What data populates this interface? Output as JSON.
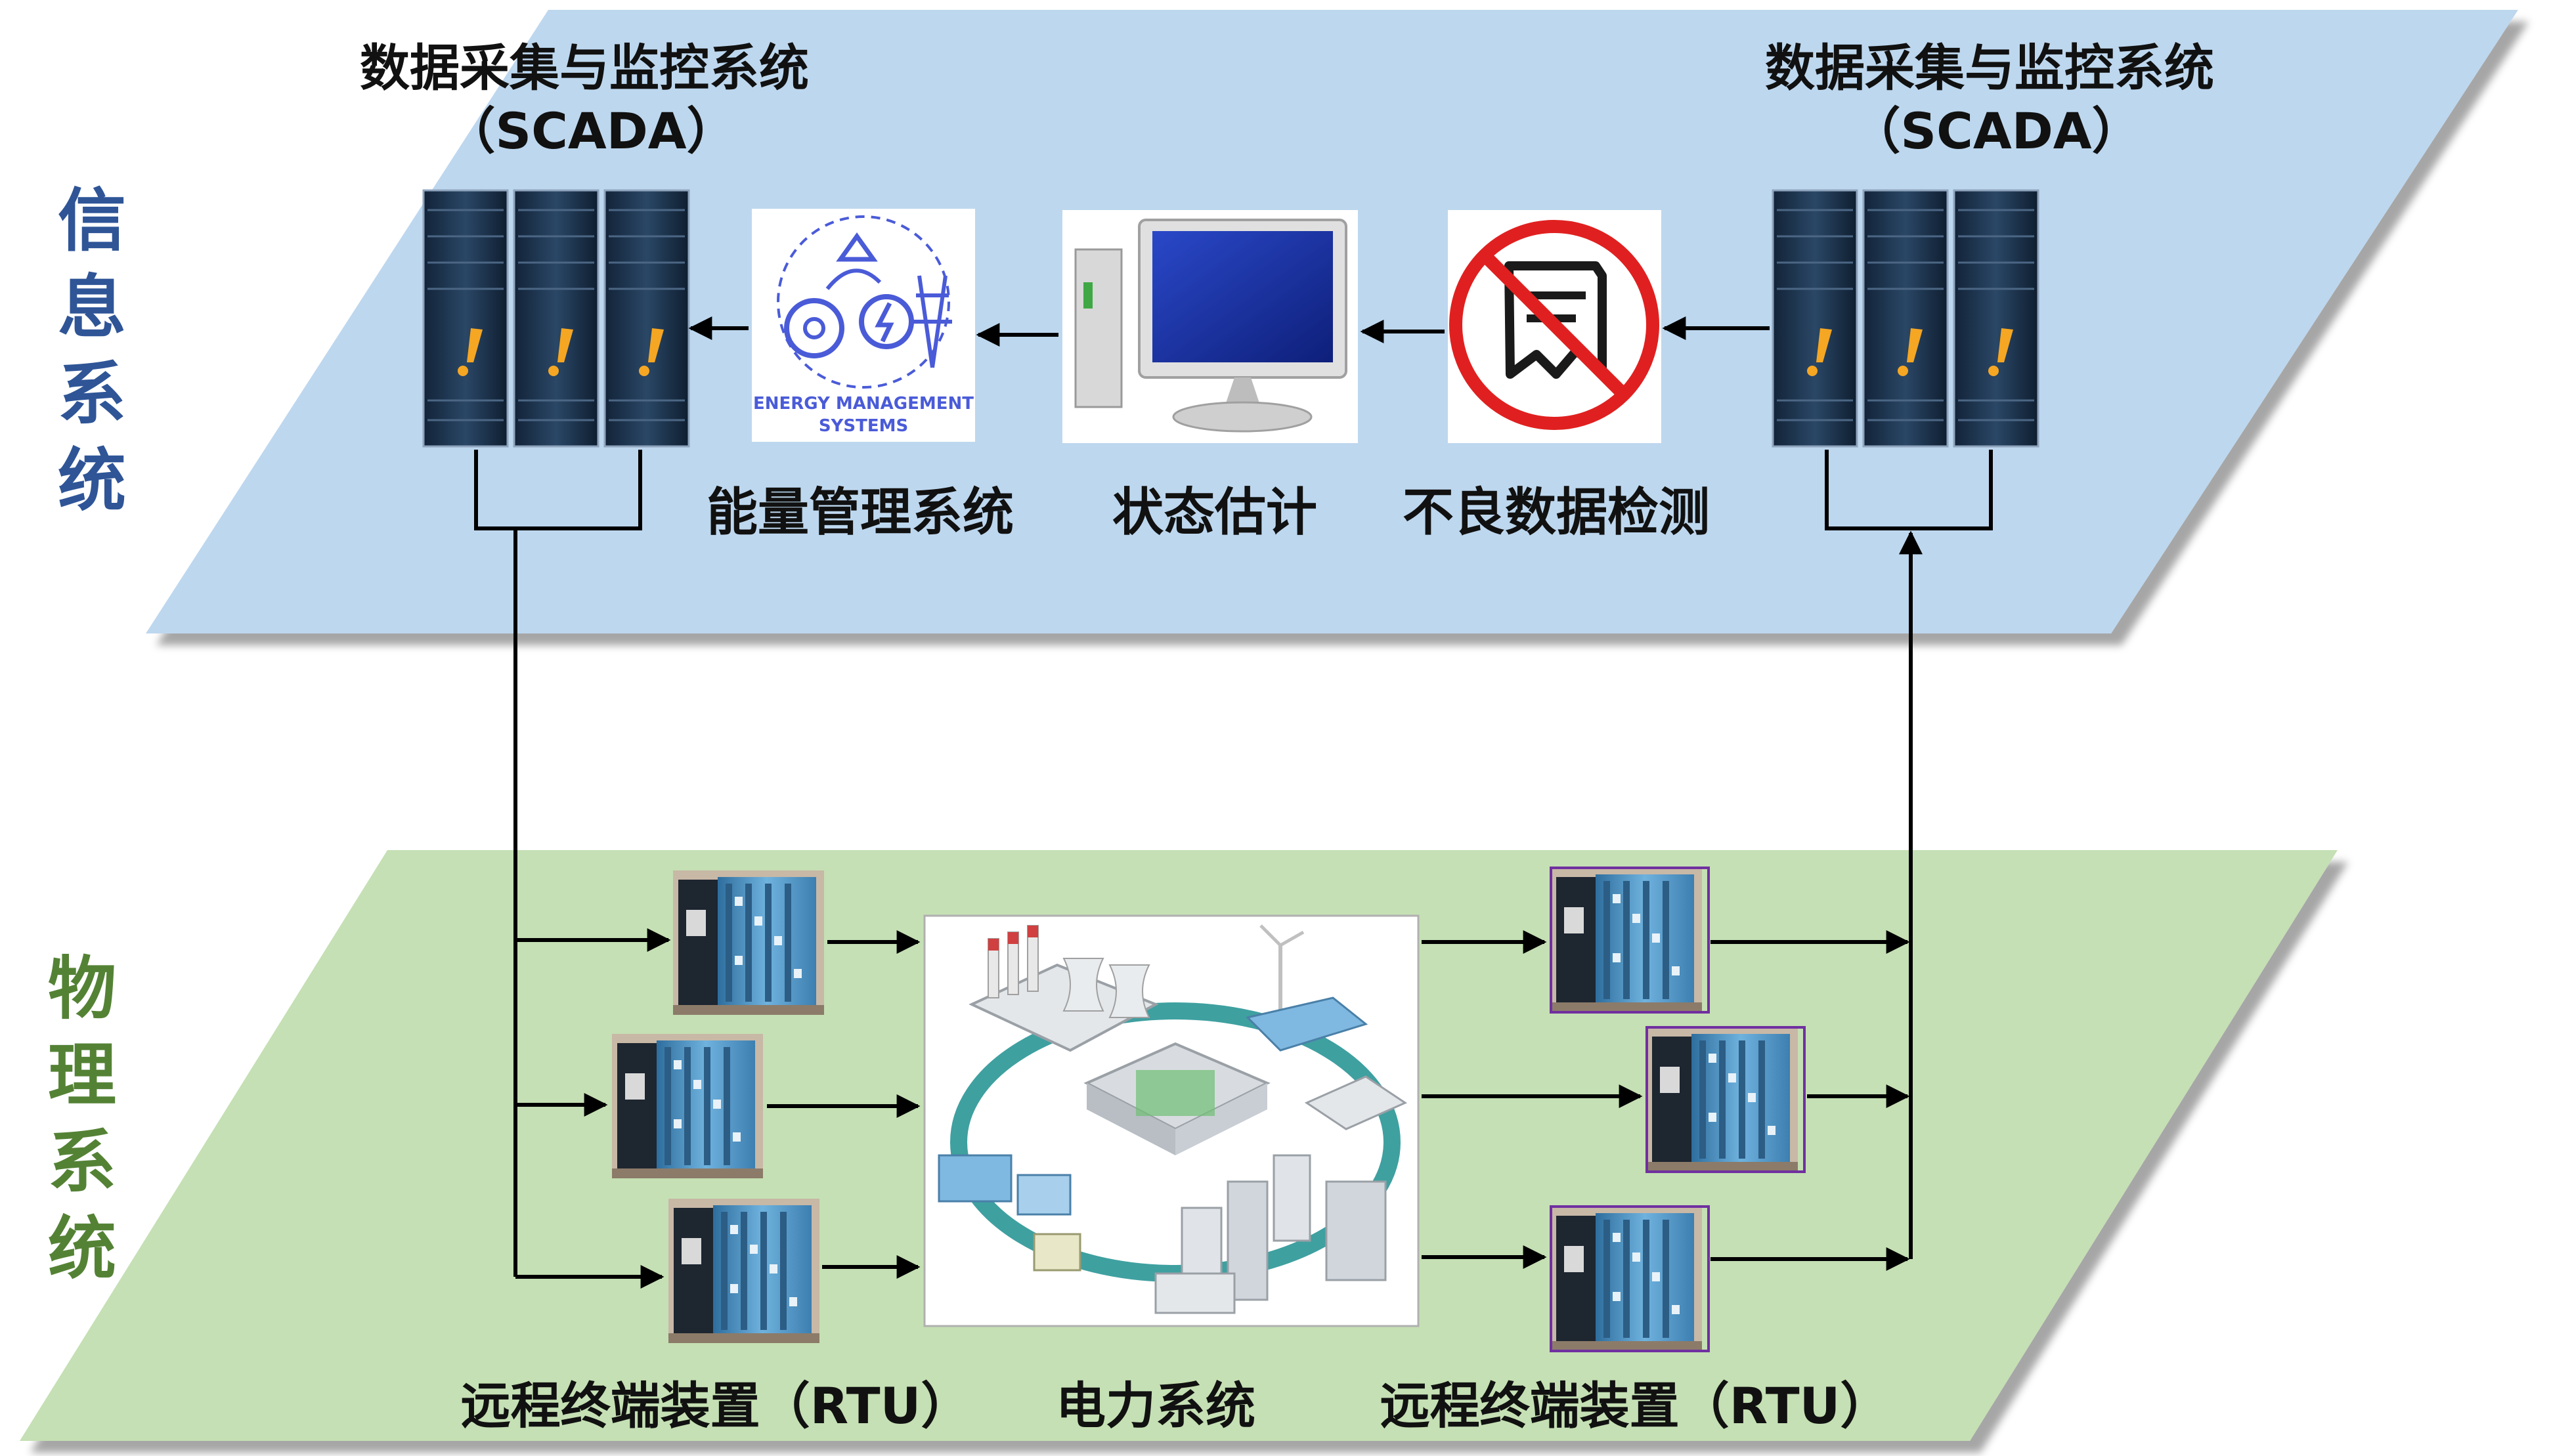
{
  "layers": {
    "info": {
      "label": "信息系统",
      "fill": "#BDD7EE",
      "text_color": "#2F5597"
    },
    "physical": {
      "label": "物理系统",
      "fill": "#C5E0B4",
      "text_color": "#548235"
    }
  },
  "scada_left": {
    "title": "数据采集与监控系统",
    "subtitle": "（SCADA）"
  },
  "scada_right": {
    "title": "数据采集与监控系统",
    "subtitle": "（SCADA）"
  },
  "modules": {
    "ems": {
      "label": "能量管理系统",
      "logo_line1": "ENERGY MANAGEMENT",
      "logo_line2": "SYSTEMS"
    },
    "state_estimation": {
      "label": "状态估计"
    },
    "bad_data": {
      "label": "不良数据检测"
    }
  },
  "power_system": {
    "label": "电力系统"
  },
  "rtu_left": {
    "label": "远程终端装置（RTU）"
  },
  "rtu_right": {
    "label": "远程终端装置（RTU）"
  },
  "icons": {
    "server": "server-rack-icon",
    "ems": "energy-management-icon",
    "monitor": "computer-monitor-icon",
    "bad_data": "no-document-icon",
    "rtu": "rtu-device-icon",
    "grid": "power-grid-icon"
  },
  "colors": {
    "server_body": "#1E3550",
    "server_mark": "#F5A623",
    "rtu_body": "#4A90C2",
    "no_sign": "#E02020",
    "ems_blue": "#4A5BD8"
  }
}
